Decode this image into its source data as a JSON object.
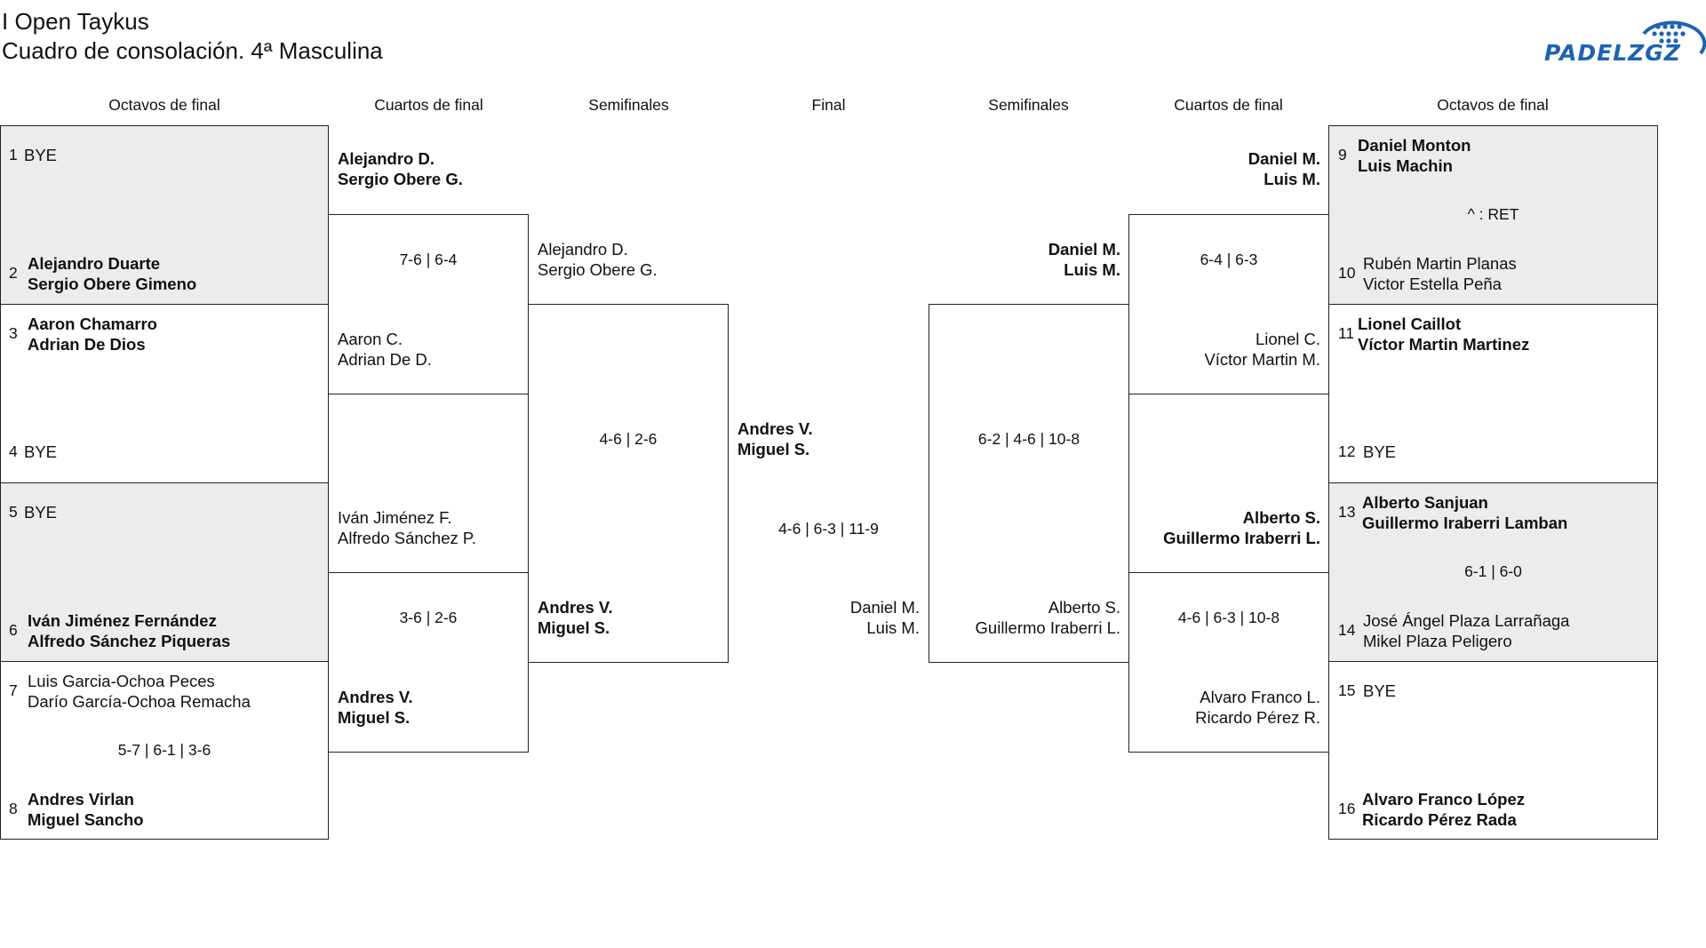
{
  "title": {
    "line1": "I Open Taykus",
    "line2": "Cuadro de consolación. 4ª Masculina"
  },
  "logo": {
    "text": "PADELZGZ",
    "color": "#1e63b0"
  },
  "rounds_left": [
    "Octavos de final",
    "Cuartos de final",
    "Semifinales"
  ],
  "round_final": "Final",
  "rounds_right": [
    "Semifinales",
    "Cuartos de final",
    "Octavos de final"
  ],
  "octavos_left": [
    {
      "seed_top": "1",
      "top": [
        "BYE"
      ],
      "seed_bottom": "2",
      "bottom": [
        "Alejandro Duarte",
        "Sergio Obere Gimeno"
      ],
      "score": ""
    },
    {
      "seed_top": "3",
      "top": [
        "Aaron Chamarro",
        "Adrian De Dios"
      ],
      "seed_bottom": "4",
      "bottom": [
        "BYE"
      ],
      "score": ""
    },
    {
      "seed_top": "5",
      "top": [
        "BYE"
      ],
      "seed_bottom": "6",
      "bottom": [
        "Iván Jiménez Fernández",
        "Alfredo Sánchez Piqueras"
      ],
      "score": ""
    },
    {
      "seed_top": "7",
      "top": [
        "Luis Garcia-Ochoa Peces",
        "Darío García-Ochoa Remacha"
      ],
      "seed_bottom": "8",
      "bottom": [
        "Andres Virlan",
        "Miguel Sancho"
      ],
      "score": "5-7 | 6-1 | 3-6"
    }
  ],
  "cuartos_left": [
    {
      "top": [
        "Alejandro D.",
        "Sergio Obere G."
      ],
      "bottom": [
        "Aaron C.",
        "Adrian De D."
      ],
      "score": "7-6 | 6-4"
    },
    {
      "top": [
        "Iván Jiménez F.",
        "Alfredo Sánchez P."
      ],
      "bottom": [
        "Andres V.",
        "Miguel S."
      ],
      "score": "3-6 | 2-6"
    }
  ],
  "semis_left": {
    "top": [
      "Alejandro D.",
      "Sergio Obere G."
    ],
    "bottom": [
      "Andres V.",
      "Miguel S."
    ],
    "score": "4-6 | 2-6"
  },
  "final": {
    "left": [
      "Andres V.",
      "Miguel S."
    ],
    "right": [
      "Daniel M.",
      "Luis M."
    ],
    "score": "4-6 | 6-3 | 11-9"
  },
  "semis_right": {
    "top": [
      "Daniel M.",
      "Luis M."
    ],
    "bottom": [
      "Alberto S.",
      "Guillermo Iraberri L."
    ],
    "score": "6-2 | 4-6 | 10-8"
  },
  "cuartos_right": [
    {
      "top": [
        "Daniel M.",
        "Luis M."
      ],
      "bottom": [
        "Lionel C.",
        "Víctor Martin M."
      ],
      "score": "6-4 | 6-3"
    },
    {
      "top": [
        "Alberto S.",
        "Guillermo Iraberri L."
      ],
      "bottom": [
        "Alvaro Franco L.",
        "Ricardo Pérez R."
      ],
      "score": "4-6 | 6-3 | 10-8"
    }
  ],
  "octavos_right": [
    {
      "seed_top": "9",
      "top": [
        "Daniel Monton",
        "Luis Machin"
      ],
      "seed_bottom": "10",
      "bottom": [
        "Rubén Martin Planas",
        "Victor Estella Peña"
      ],
      "score": "^ : RET"
    },
    {
      "seed_top": "11",
      "top": [
        "Lionel Caillot",
        "Víctor Martin Martinez"
      ],
      "seed_bottom": "12",
      "bottom": [
        "BYE"
      ],
      "score": ""
    },
    {
      "seed_top": "13",
      "top": [
        "Alberto Sanjuan",
        "Guillermo Iraberri Lamban"
      ],
      "seed_bottom": "14",
      "bottom": [
        "José Ángel Plaza Larrañaga",
        "Mikel Plaza Peligero"
      ],
      "score": "6-1 | 6-0"
    },
    {
      "seed_top": "15",
      "top": [
        "BYE"
      ],
      "seed_bottom": "16",
      "bottom": [
        "Alvaro Franco López",
        "Ricardo Pérez Rada"
      ],
      "score": ""
    }
  ]
}
